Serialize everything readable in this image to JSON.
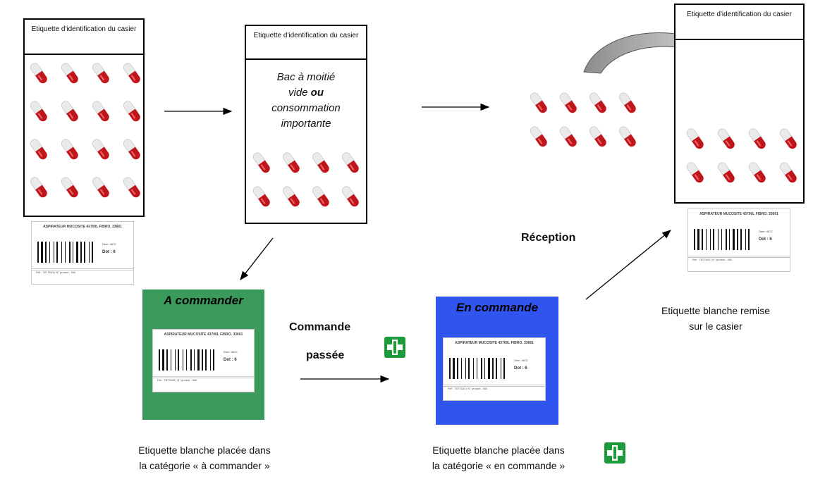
{
  "bin_header": "Etiquette d'identification du casier",
  "bin2_text": {
    "line1": "Bac à moitié",
    "line2a": "vide ",
    "line2b": "ou",
    "line3": "consommation",
    "line4": "importante"
  },
  "label": {
    "title": "ASPIRATEUR MUCOSITE 43700L FIBRO. 33661",
    "side_small": "Dem: 4672",
    "side_dot": "Dot : 6",
    "footer": "Réf : 7877643 | N° produit : 460"
  },
  "card_order": {
    "title": "A commander",
    "color": "#3a9a5c"
  },
  "card_ordered": {
    "title": "En commande",
    "color": "#2f55ee"
  },
  "step_order_placed": {
    "line1": "Commande",
    "line2": "passée"
  },
  "step_reception": "Réception",
  "caption_order": {
    "line1": "Etiquette blanche placée dans",
    "line2": "la catégorie « à commander »"
  },
  "caption_ordered": {
    "line1": "Etiquette blanche placée dans",
    "line2": "la catégorie « en commande »"
  },
  "caption_returned": {
    "line1": "Etiquette blanche remise",
    "line2": "sur le casier"
  },
  "icons": {
    "pharmacy": "green-cross-pharmacy-icon",
    "pill": "capsule-icon"
  },
  "colors": {
    "pill_red": "#c0151a",
    "pill_white": "#eaeaea",
    "cross_green": "#1d9a3a"
  }
}
